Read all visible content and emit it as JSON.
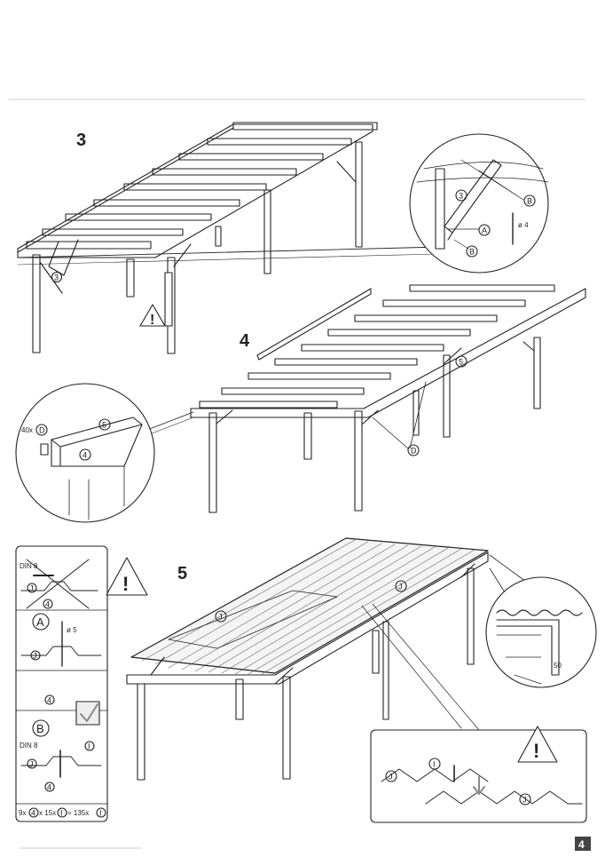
{
  "steps": {
    "s3": "3",
    "s4": "4",
    "s5": "5"
  },
  "callouts": {
    "step3_detail": {
      "part3": "3",
      "partB1": "B",
      "partA": "A",
      "partB2": "B",
      "drill": "ø 4"
    },
    "step3_main": {
      "part3": "3"
    },
    "step4_main": {
      "partD": "D",
      "part5": "5"
    },
    "step4_detail": {
      "qty": "40x",
      "partD": "D",
      "part5": "5",
      "part4": "4"
    },
    "step5_main": {
      "partJ1": "J",
      "partJ2": "J"
    },
    "step5_corner": {
      "dim": "50"
    },
    "step5_panel": {
      "din_top": "DIN 8",
      "j_top": "J",
      "four_top": "4",
      "a_big": "A",
      "drill5": "ø 5",
      "j_mid": "J",
      "four_mid": "4",
      "b_big": "B",
      "din_bot": "DIN 8",
      "i_bot": "I",
      "j_bot": "J",
      "four_bot": "4",
      "formula": {
        "a": "9x",
        "b": "4",
        "c": "x 15x",
        "d": "I",
        "e": "= 135x",
        "f": "I"
      }
    },
    "step5_profile": {
      "i": "I",
      "j1": "J",
      "j2": "J"
    }
  },
  "page_number": "4",
  "colors": {
    "ink": "#222222",
    "warning_fill": "#ffffff",
    "page_badge": "#444444"
  },
  "icons": [
    "warning-icon",
    "checkmark-icon",
    "wrench-icon",
    "screw-icon",
    "drill-bit-icon"
  ]
}
